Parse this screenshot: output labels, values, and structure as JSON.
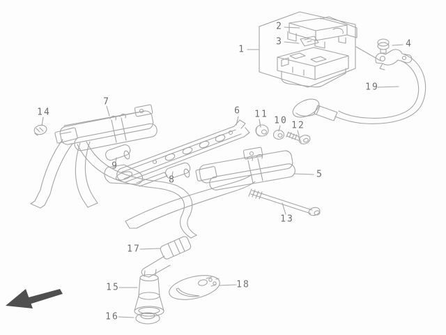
{
  "figure": {
    "kind": "exploded-parts-diagram",
    "background": "#fdfdfd",
    "line_color": "#a5a5a5",
    "label_color": "#6f6f6f",
    "arrow_color": "#4f4f4f",
    "direction_arrow": {
      "direction": "left"
    },
    "callouts": [
      {
        "number": "1"
      },
      {
        "number": "2"
      },
      {
        "number": "3"
      },
      {
        "number": "4"
      },
      {
        "number": "5"
      },
      {
        "number": "6"
      },
      {
        "number": "7"
      },
      {
        "number": "8"
      },
      {
        "number": "9"
      },
      {
        "number": "10"
      },
      {
        "number": "11"
      },
      {
        "number": "12"
      },
      {
        "number": "13"
      },
      {
        "number": "14"
      },
      {
        "number": "15"
      },
      {
        "number": "16"
      },
      {
        "number": "17"
      },
      {
        "number": "18"
      },
      {
        "number": "19"
      }
    ]
  }
}
